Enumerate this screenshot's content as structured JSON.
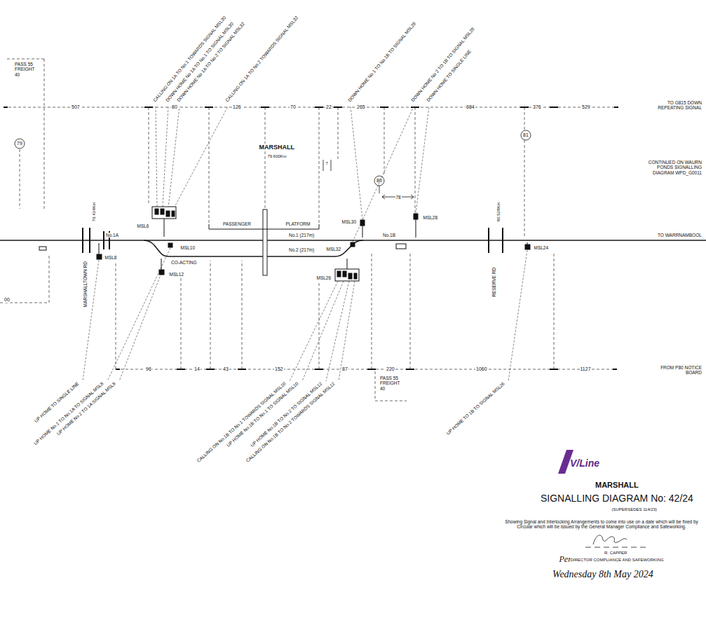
{
  "diagram": {
    "title": "SIGNALLING DIAGRAM No: 42/24",
    "labels": [
      "PASS 55 FREIGHT 40",
      "507",
      "80",
      "126",
      "70",
      "22",
      "265",
      "684",
      "376",
      "529",
      "TO G815 DOWN REPEATING SIGNAL",
      "79",
      "MARSHALL",
      "79.600Km",
      "7",
      "80",
      "78",
      "81",
      "CONTINUED ON WAURN PONDS SIGNALLING DIAGRAM WPD_G0011",
      "MSL6",
      "No.1A",
      "PASSENGER",
      "PLATFORM",
      "No.1 (217m)",
      "MSL30",
      "No.1B",
      "MSL28",
      "TO WARRNAMBOOL",
      "MSL10",
      "No.2 (217m)",
      "MSL32",
      "CO-ACTING",
      "MSL8",
      "MSL12",
      "MSL26",
      "MSL24",
      "MARSHALLTOWN RD",
      "79.434Km",
      "80.528Km",
      "RESERVE RD",
      "00",
      "96",
      "14",
      "43",
      "152",
      "87",
      "220",
      "1060",
      "1127",
      "FROM P80 NOTICE BOARD",
      "PASS 55 FREIGHT 40",
      "CALLING ON 1A TO No.1 TOWARDS SIGNAL MSL30",
      "DOWN HOME No 1A TO No.1 TO SIGNAL MSL30",
      "DOWN HOME No 1A TO No.2 TO SIGNAL MSL32",
      "CALLING ON 1A TO No.2 TOWARDS SIGNAL MSL32",
      "DOWN HOME No 1 TO No.1B TO SIGNAL MSL28",
      "DOWN HOME No 2 TO 1B TO SIGNAL MSL28",
      "DOWN HOME TO SINGLE LINE",
      "UP HOME TO SINGLE LINE",
      "UP HOME No.1 TO No.1A TO SIGNAL MSL8",
      "UP HOME No.2 TO 1A SIGNAL MSL8",
      "CALLING ON No.1B TO No.1 TOWARDS SIGNAL MSL10",
      "UP HOME No.1B TO No.1 TO SIGNAL MSL10",
      "UP HOME No.1B TO No.2 TO SIGNAL MSL12",
      "CALLING ON No.1B TO No.2 TOWARDS SIGNAL MSL12",
      "UP HOME TO 1B TO SIGNAL MSL26",
      "MARSHALL",
      "(SUPERSEDES 114/23)",
      "Showing Signal and Interlocking Arrangements to come into use on a date which will be fixed by Circular which will be issued by the General Manager Compliance and Safeworking.",
      "R. CAPPER",
      "Per",
      "DIRECTOR COMPLIANCE AND SAFEWORKING",
      "Wednesday 8th May 2024",
      "V/Line"
    ]
  }
}
